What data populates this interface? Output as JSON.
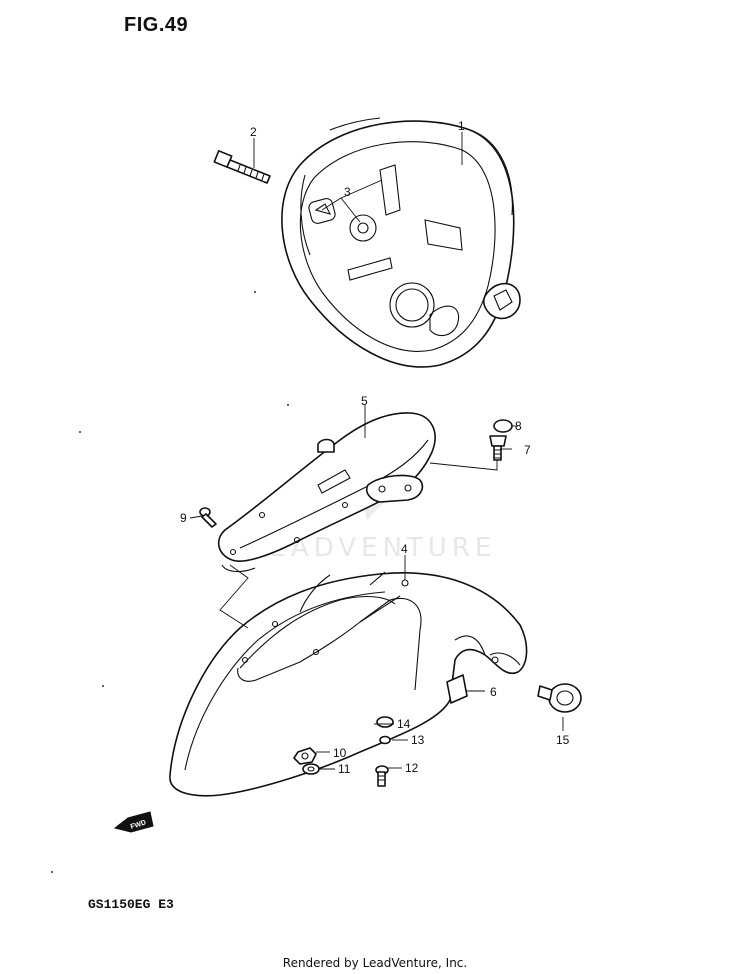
{
  "figure_title": "FIG.49",
  "model_code": "GS1150EG  E3",
  "footer_credit": "Rendered by LeadVenture, Inc.",
  "watermark": "LEADVENTURE",
  "fwd_label": "FWD",
  "callouts": {
    "p1": "1",
    "p2": "2",
    "p3": "3",
    "p4": "4",
    "p5": "5",
    "p6": "6",
    "p7": "7",
    "p8": "8",
    "p9": "9",
    "p10": "10",
    "p11": "11",
    "p12": "12",
    "p13": "13",
    "p14": "14",
    "p15": "15"
  }
}
